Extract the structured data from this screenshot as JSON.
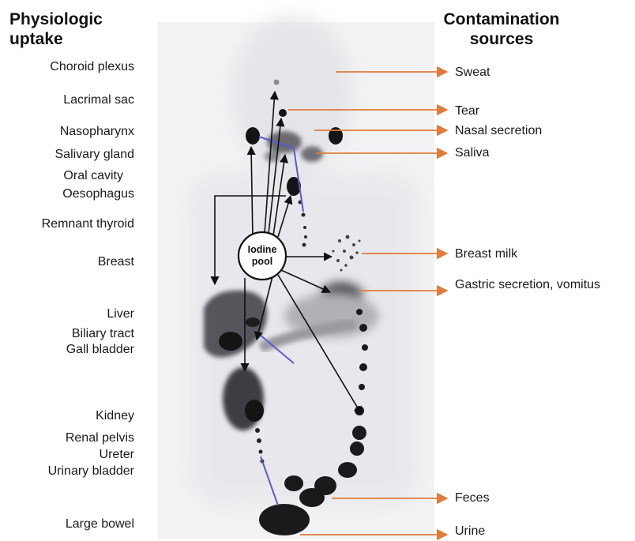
{
  "headers": {
    "left_line1": "Physiologic",
    "left_line2": "uptake",
    "right_line1": "Contamination",
    "right_line2": "sources"
  },
  "physiologic_uptake": [
    "Choroid plexus",
    "Lacrimal sac",
    "Nasopharynx",
    "Salivary gland",
    "Oral cavity",
    "Oesophagus",
    "Remnant thyroid",
    "Breast",
    "Liver",
    "Biliary tract",
    "Gall bladder",
    "Kidney",
    "Renal pelvis",
    "Ureter",
    "Urinary bladder",
    "Large bowel"
  ],
  "contamination_sources": [
    "Sweat",
    "Tear",
    "Nasal secretion",
    "Saliva",
    "Breast milk",
    "Gastric secretion, vomitus",
    "Feces",
    "Urine"
  ],
  "center_node": {
    "line1": "Iodine",
    "line2": "pool"
  },
  "colors": {
    "contamination_arrow": "#e07b39",
    "black_arrow": "#111111",
    "blue_line": "#5a5acf",
    "scan_background": "#f1f1f3",
    "uptake_dark": "#141414"
  }
}
